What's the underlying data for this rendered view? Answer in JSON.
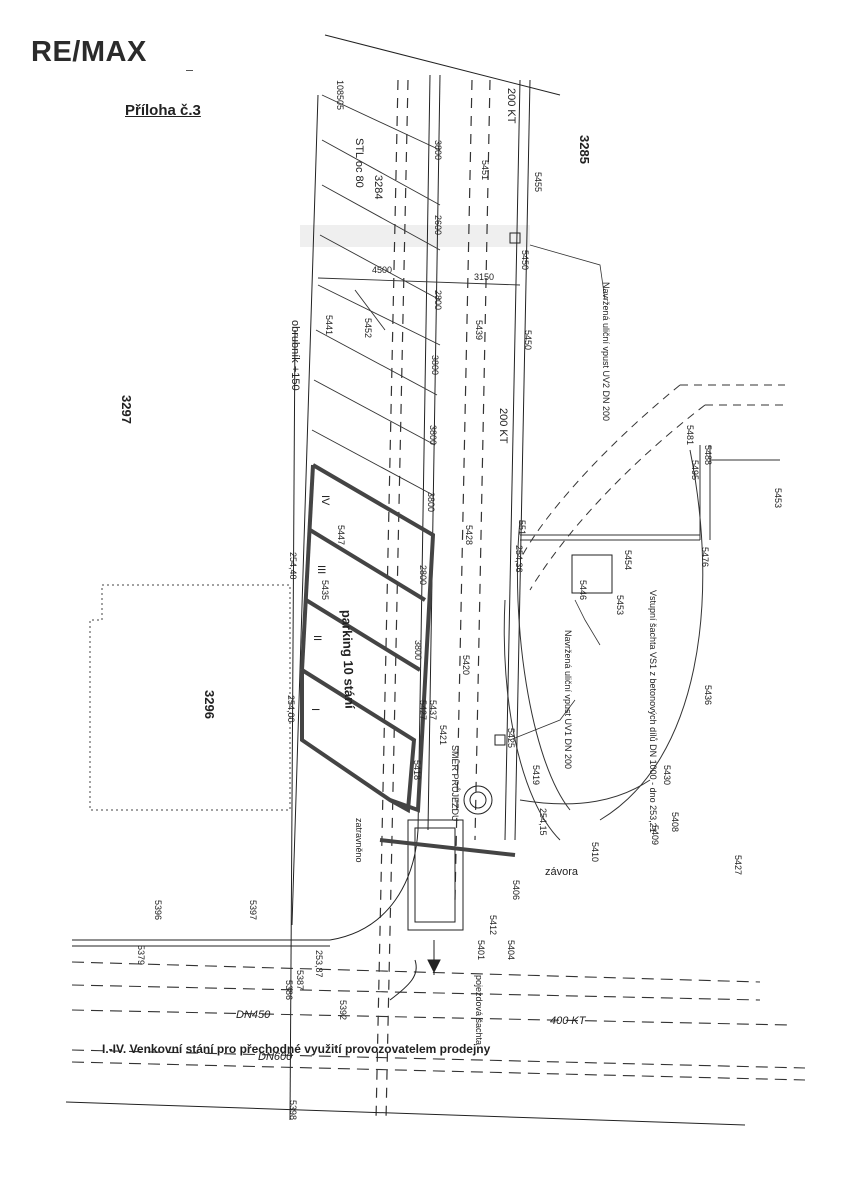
{
  "logo": "RE/MAX",
  "annex_title": "Příloha č.3",
  "parcels": {
    "p3285": "3285",
    "p3297": "3297",
    "p3296": "3296",
    "p3284": "3284",
    "p5453": "5453",
    "p5427": "5427",
    "p5396": "5396",
    "p5397": "5397",
    "p108505": "108505"
  },
  "pipes": {
    "kt200_top": "200 KT",
    "kt200_mid": "200 KT",
    "stl": "STL oc 80",
    "kt400": "400 KT",
    "dn450": "DN450",
    "dn600": "DN600"
  },
  "labels": {
    "gully_uv2": "Navržená uliční vpust UV2 DN 200",
    "gully_uv1": "Navržená uliční vpust UV1 DN 200",
    "shaft_vs1": "Vstupní šachta VS1 z betonových dílů DN 1000 - dno 253,21",
    "curb": "obrubník +150",
    "parking": "parking 10 stání",
    "barrier": "závora",
    "closed": "zatravněno",
    "direction": "SMĚR PRŮJEZDU",
    "footnote": "I.-IV. Venkovní stání pro přechodné využití provozovatelem prodejny",
    "shaft_bottom": "pojezdová šachta"
  },
  "stall_marks": [
    "IV",
    "III",
    "II",
    "I"
  ],
  "heights": {
    "h1": "254,40",
    "h2": "254,00",
    "h3": "254,36",
    "h4": "254,15",
    "h5": "253,87"
  },
  "line_numbers": [
    "5455",
    "5451",
    "5450",
    "5450",
    "5439",
    "5441",
    "5452",
    "5447",
    "5428",
    "5435",
    "5420",
    "5427",
    "5437",
    "5421",
    "5425",
    "5419",
    "5410",
    "5409",
    "5408",
    "5406",
    "5412",
    "5404",
    "5401",
    "5386",
    "5387",
    "5392",
    "5379",
    "5398",
    "5488",
    "5495",
    "5476",
    "5454",
    "5453",
    "5436",
    "5430",
    "551",
    "5481",
    "5446",
    "5418"
  ],
  "dims": [
    "3800",
    "2600",
    "2800",
    "3800",
    "3800",
    "3800",
    "2800",
    "3150",
    "4500",
    "3800"
  ]
}
